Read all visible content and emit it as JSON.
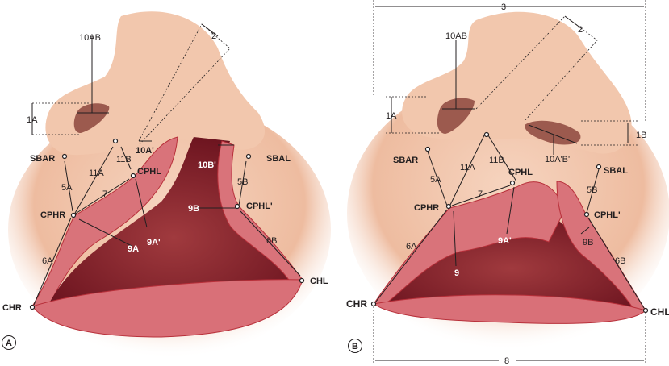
{
  "panels": [
    {
      "id": "A",
      "labels": {
        "d10AB": "10AB",
        "d2": "2",
        "d1A": "1A",
        "d10A_prime": "10A'",
        "d10B_prime": "10B'",
        "SBAR": "SBAR",
        "SBAL": "SBAL",
        "d11A": "11A",
        "d11B": "11B",
        "CPHL": "CPHL",
        "d5A": "5A",
        "d5B": "5B",
        "d7": "7",
        "CPHR": "CPHR",
        "d9B": "9B",
        "CPHL_prime": "CPHL'",
        "d9A": "9A",
        "d9A_prime": "9A'",
        "d6A": "6A",
        "d6B": "6B",
        "CHL": "CHL",
        "CHR": "CHR"
      }
    },
    {
      "id": "B",
      "labels": {
        "d3": "3",
        "d10AB": "10AB",
        "d2": "2",
        "d1A": "1A",
        "d1B": "1B",
        "SBAR": "SBAR",
        "d10AB_prime": "10A'B'",
        "d11A": "11A",
        "d11B": "11B",
        "CPHL": "CPHL",
        "SBAL": "SBAL",
        "d5A": "5A",
        "d5B": "5B",
        "d7": "7",
        "CPHR": "CPHR",
        "CPHL_prime": "CPHL'",
        "d9A_prime": "9A'",
        "d9B": "9B",
        "d6A": "6A",
        "d6B": "6B",
        "d9": "9",
        "CHR": "CHR",
        "CHL": "CHL",
        "d8": "8"
      }
    }
  ],
  "colors": {
    "skin": "#f2c9b0",
    "skin_shadow": "#e3a88c",
    "lip": "#d9737a",
    "lip_edge": "#b8303a",
    "mouth": "#7a1a24"
  }
}
